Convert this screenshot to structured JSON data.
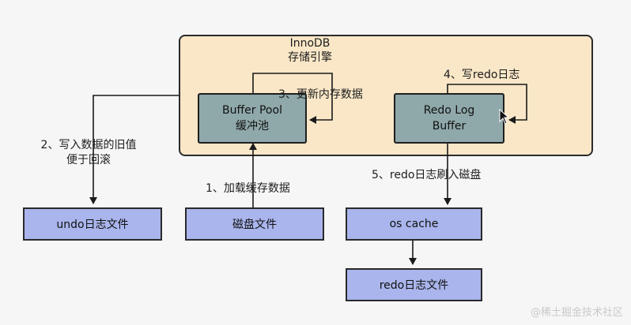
{
  "innodb": {
    "line1": "InnoDB",
    "line2": "存储引擎"
  },
  "buffer_pool": {
    "line1": "Buffer Pool",
    "line2": "缓冲池"
  },
  "redo_log_buffer": {
    "line1": "Redo Log",
    "line2": "Buffer"
  },
  "files": {
    "undo": "undo日志文件",
    "disk": "磁盘文件",
    "os_cache": "os cache",
    "redo": "redo日志文件"
  },
  "steps": {
    "step1": "1、加载缓存数据",
    "step2_line1": "2、写入数据的旧值",
    "step2_line2": "便于回滚",
    "step3": "3、更新内存数据",
    "step4": "4、写redo日志",
    "step5": "5、redo日志刷入磁盘"
  },
  "watermark": "@稀土掘金技术社区",
  "colors": {
    "engine_bg": "#f9e7c7",
    "inner_box": "#8fa8aa",
    "file_box": "#a9b5ec"
  }
}
